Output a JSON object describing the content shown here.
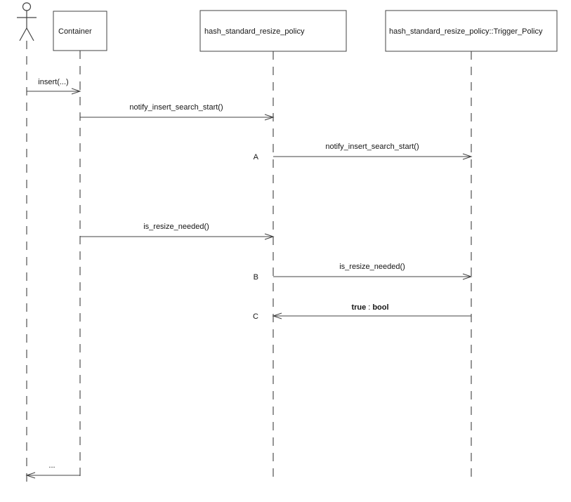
{
  "diagram": {
    "type": "uml-sequence-diagram",
    "colors": {
      "background": "#ffffff",
      "line": "#434343",
      "lifeline": "#4f4f4f",
      "text": "#161616"
    },
    "lifelines": [
      {
        "id": "user",
        "kind": "actor",
        "label": ""
      },
      {
        "id": "container",
        "kind": "object",
        "label": "Container"
      },
      {
        "id": "policy",
        "kind": "object",
        "label": "hash_standard_resize_policy"
      },
      {
        "id": "trigger",
        "kind": "object",
        "label": "hash_standard_resize_policy::Trigger_Policy"
      }
    ],
    "messages": [
      {
        "seq": "",
        "label": "insert(...)",
        "from": "user",
        "to": "container",
        "kind": "call"
      },
      {
        "seq": "",
        "label": "notify_insert_search_start()",
        "from": "container",
        "to": "policy",
        "kind": "call"
      },
      {
        "seq": "A",
        "label": "notify_insert_search_start()",
        "from": "policy",
        "to": "trigger",
        "kind": "call"
      },
      {
        "seq": "",
        "label": "is_resize_needed()",
        "from": "container",
        "to": "policy",
        "kind": "call"
      },
      {
        "seq": "B",
        "label": "is_resize_needed()",
        "from": "policy",
        "to": "trigger",
        "kind": "call"
      },
      {
        "seq": "C",
        "label_parts": {
          "value": "true",
          "separator": ":",
          "type": "bool"
        },
        "from": "trigger",
        "to": "policy",
        "kind": "return"
      },
      {
        "seq": "",
        "label": "...",
        "from": "container",
        "to": "user",
        "kind": "return"
      }
    ]
  }
}
